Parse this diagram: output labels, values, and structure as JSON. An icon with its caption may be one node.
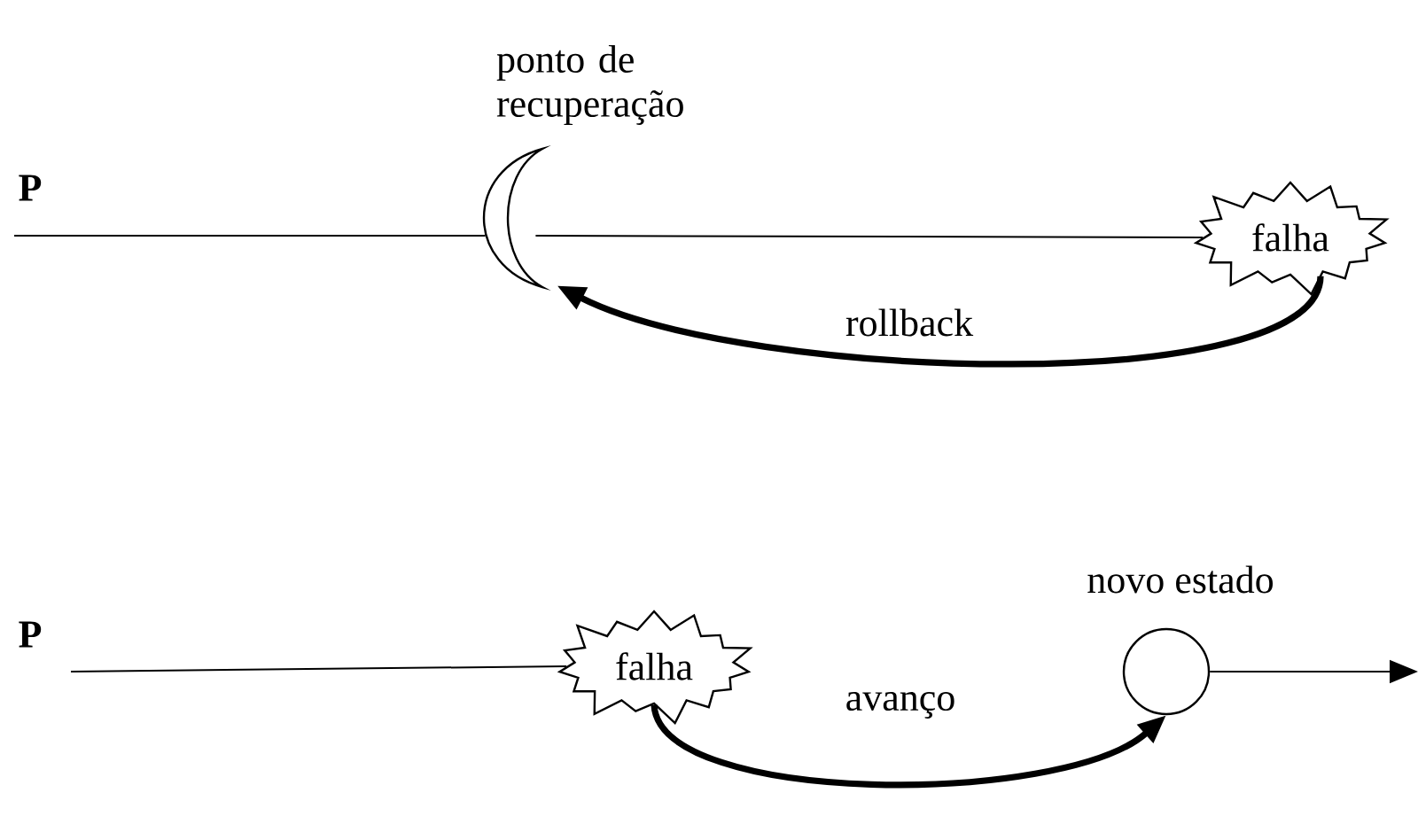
{
  "diagram": {
    "nodes": [
      {
        "text": [
          "ponto de recuperação"
        ]
      },
      {
        "text": [
          "falha"
        ]
      },
      {
        "text": [
          "falha"
        ]
      },
      {
        "text": [
          "novo estado"
        ]
      }
    ],
    "edges": [
      {
        "from": null,
        "to": 0,
        "arrow": "none"
      },
      {
        "from": 0,
        "to": 1,
        "arrow": "none"
      },
      {
        "from": 1,
        "to": 0,
        "arrow": "to",
        "label": "rollback",
        "style": "thick"
      },
      {
        "from": null,
        "to": 2,
        "arrow": "none"
      },
      {
        "from": 2,
        "to": 3,
        "arrow": "to",
        "label": "avanço",
        "style": "thick"
      },
      {
        "from": 3,
        "to": null,
        "arrow": "to"
      }
    ],
    "labels": [
      "P",
      "P"
    ]
  }
}
